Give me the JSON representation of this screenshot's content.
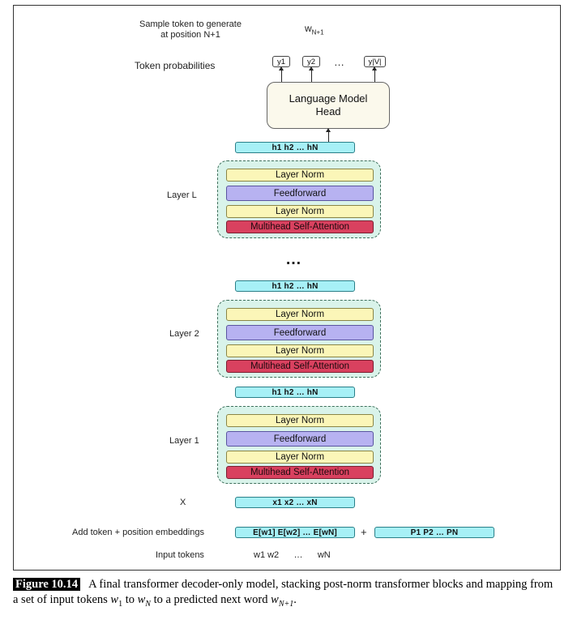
{
  "labels": {
    "sample_line1": "Sample token to generate",
    "sample_line2": "at position N+1",
    "w_next": "w",
    "w_next_sub": "N+1",
    "token_probabilities": "Token probabilities",
    "layer_L": "Layer  L",
    "layer_2": "Layer 2",
    "layer_1": "Layer 1",
    "x": "X",
    "add_embeddings": "Add token + position embeddings",
    "input_tokens": "Input tokens",
    "stack_dots": "…"
  },
  "tokens_out": [
    "y1",
    "y2",
    "…",
    "y|V|"
  ],
  "lm_head": {
    "line1": "Language Model",
    "line2": "Head"
  },
  "h_bar": "h1 h2   …   hN",
  "sublayers": {
    "layer_norm": "Layer Norm",
    "feedforward": "Feedforward",
    "attention": "Multihead Self-Attention"
  },
  "x_bar": "x1 x2   …   xN",
  "embedding_bar": "E[w1] E[w2]  … E[wN]",
  "plus": "+",
  "position_bar": "P1     P2    …    PN",
  "input_tokens": "w1 w2      …      wN",
  "caption": {
    "badge": "Figure 10.14",
    "text_a": "A final transformer decoder-only model, stacking post-norm transformer blocks and mapping from a set of input tokens ",
    "w1": "w",
    "w1_sub": "1",
    "to1": " to ",
    "wN": "w",
    "wN_sub": "N",
    "text_b": " to a predicted next word ",
    "wN1": "w",
    "wN1_sub": "N+1",
    "end": "."
  },
  "colors": {
    "hidden_bar": "#a7f0f6",
    "block_bg": "#d9f3ea",
    "layer_norm": "#fbf6b8",
    "feedforward": "#b7b2f1",
    "attention": "#d9415f",
    "lm_head": "#fbf9ec"
  }
}
